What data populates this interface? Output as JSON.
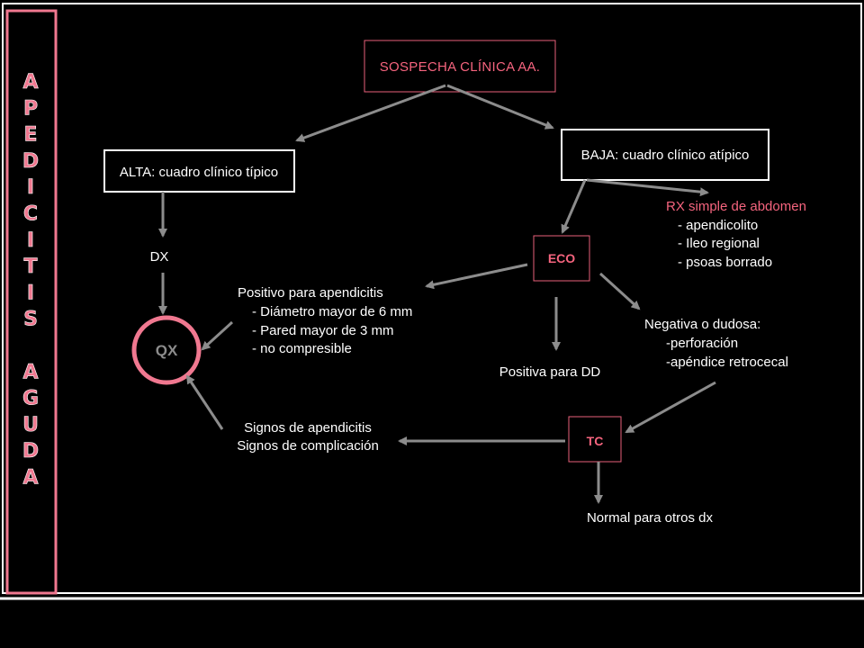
{
  "title_letters": [
    "A",
    "P",
    "E",
    "D",
    "I",
    "C",
    "I",
    "T",
    "I",
    "S",
    "",
    "A",
    "G",
    "U",
    "D",
    "A"
  ],
  "nodes": {
    "sospecha": "SOSPECHA CLÍNICA AA.",
    "alta": "ALTA: cuadro clínico típico",
    "baja": "BAJA: cuadro clínico atípico",
    "dx": "DX",
    "qx": "QX",
    "eco": "ECO",
    "tc": "TC",
    "rx_title": "RX simple de abdomen",
    "rx_items": [
      "- apendicolito",
      "- Ileo regional",
      "- psoas borrado"
    ],
    "positivo_title": "Positivo para apendicitis",
    "positivo_items": [
      "- Diámetro mayor de 6 mm",
      "- Pared mayor de 3 mm",
      "- no compresible"
    ],
    "negativa_title": "Negativa o dudosa:",
    "negativa_items": [
      "-perforación",
      "-apéndice retrocecal"
    ],
    "positiva_dd": "Positiva para DD",
    "signos_1": "Signos de apendicitis",
    "signos_2": "Signos de complicación",
    "normal": "Normal para otros dx"
  },
  "colors": {
    "background": "#000000",
    "pink": "#f07890",
    "pink_text": "#f5647e",
    "box_border_white": "#ffffff",
    "box_border_pink": "#e8607a",
    "arrow": "#8c8c8c",
    "text": "#ffffff",
    "frame": "#ffffff"
  }
}
